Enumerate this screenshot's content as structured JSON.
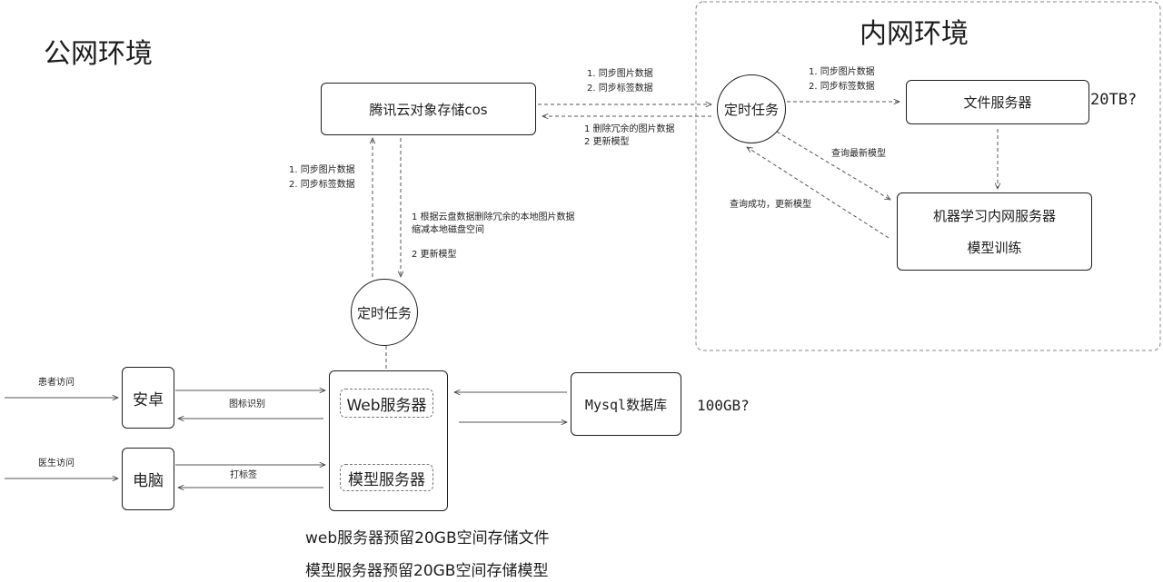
{
  "regions": {
    "public_title": "公网环境",
    "intranet_title": "内网环境"
  },
  "nodes": {
    "cos": "腾讯云对象存储cos",
    "scheduler_public": "定时任务",
    "scheduler_intranet": "定时任务",
    "file_server": "文件服务器",
    "ml_server_line1": "机器学习内网服务器",
    "ml_server_line2": "模型训练",
    "web_server": "Web服务器",
    "model_server": "模型服务器",
    "mysql": "Mysql数据库",
    "android": "安卓",
    "pc": "电脑"
  },
  "labels": {
    "cos_to_intranet_1": "1. 同步图片数据",
    "cos_to_intranet_2": "2. 同步标签数据",
    "intranet_to_cos_1": "1 删除冗余的图片数据",
    "intranet_to_cos_2": "2 更新模型",
    "sched_to_file_1": "1. 同步图片数据",
    "sched_to_file_2": "2. 同步标签数据",
    "query_latest_model": "查询最新模型",
    "query_success": "查询成功，更新模型",
    "public_up_1": "1. 同步图片数据",
    "public_up_2": "2. 同步标签数据",
    "public_down_1": "1 根据云盘数据删除冗余的本地图片数据",
    "public_down_1b": "缩减本地磁盘空间",
    "public_down_2": "2 更新模型",
    "patient_visit": "患者访问",
    "doctor_visit": "医生访问",
    "icon_recognition": "图标识别",
    "tagging": "打标签"
  },
  "notes": {
    "file_capacity": "20TB?",
    "mysql_capacity": "100GB?",
    "web_reserve": "web服务器预留20GB空间存储文件",
    "model_reserve": "模型服务器预留20GB空间存储模型"
  }
}
